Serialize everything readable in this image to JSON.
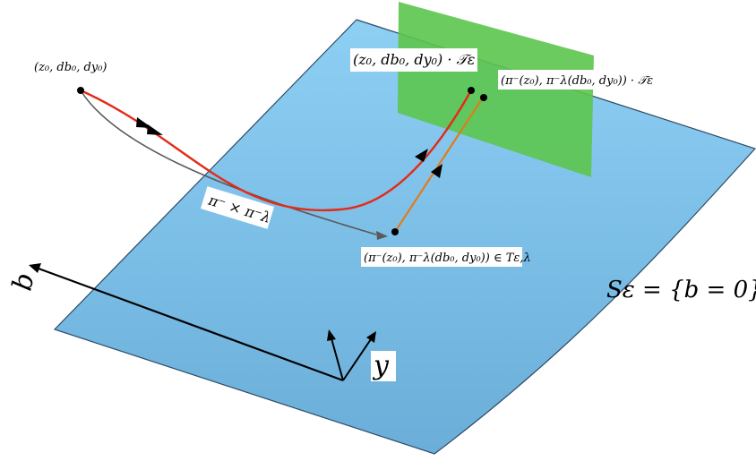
{
  "colors": {
    "plane_top": "#8ecff4",
    "plane_bottom": "#6aaed9",
    "plane_edge": "#2d4a66",
    "green_plane": "#5cc54e",
    "red_path": "#e32a18",
    "gray_path": "#5a5a5a",
    "orange_path": "#e07c1a",
    "axis": "#000000"
  },
  "labels": {
    "start_point": "(z₀, db₀, dy₀)",
    "end_point": "(z₀, db₀, dy₀) · 𝒯ε",
    "projected_end": "(π⁻(z₀), π⁻λ(db₀, dy₀)) · 𝒯ε",
    "projected_start": "(π⁻(z₀), π⁻λ(db₀, dy₀)) ∈ Tε,λ",
    "projection_map": "π⁻ × π⁻λ",
    "surface": "Sε = {b = 0}",
    "axis_b": "b",
    "axis_y": "y"
  },
  "icons": {
    "arrowhead": "triangle-arrowhead-icon"
  }
}
